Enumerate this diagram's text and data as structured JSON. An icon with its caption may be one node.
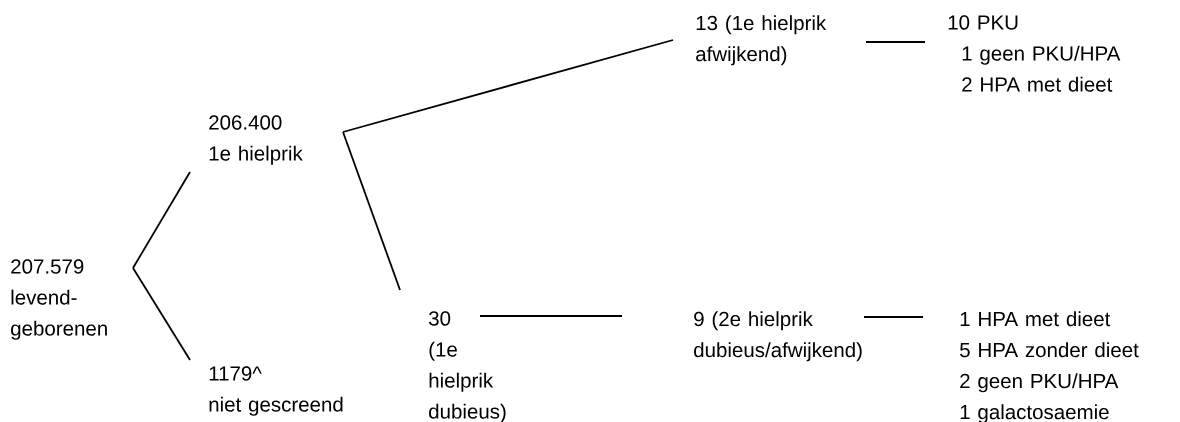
{
  "diagram": {
    "nodes": [
      {
        "text": [
          "207.579",
          "levend- geborenen"
        ]
      },
      {
        "text": [
          "206.400",
          "1e hielprik"
        ]
      },
      {
        "text": [
          "1179^",
          "niet gescreend"
        ]
      },
      {
        "text": [
          "13 (1e hielprik afwijkend)"
        ]
      },
      {
        "text": [
          "30",
          "(1e hielprik dubieus)"
        ]
      },
      {
        "text": [
          "9 (2e hielprik dubieus/afwijkend)"
        ]
      },
      {
        "text": [
          "10 PKU",
          "1 geen PKU/HPA",
          "2 HPA met dieet"
        ]
      },
      {
        "text": [
          "1 HPA met dieet",
          "5 HPA zonder dieet",
          "2 geen PKU/HPA",
          "1 galactosaemie"
        ]
      }
    ],
    "edges": [
      {
        "from": 0,
        "to": 1,
        "arrow": "none"
      },
      {
        "from": 0,
        "to": 2,
        "arrow": "none"
      },
      {
        "from": 1,
        "to": 3,
        "arrow": "none"
      },
      {
        "from": 1,
        "to": 4,
        "arrow": "none"
      },
      {
        "from": 3,
        "to": 6,
        "arrow": "none"
      },
      {
        "from": 4,
        "to": 5,
        "arrow": "none"
      },
      {
        "from": 5,
        "to": 7,
        "arrow": "none"
      }
    ]
  }
}
